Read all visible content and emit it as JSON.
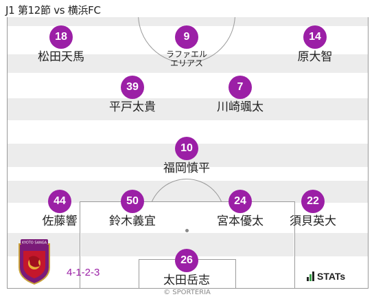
{
  "header": {
    "title": "J1 第12節 vs 横浜FC"
  },
  "team": {
    "formation": "4-1-2-3",
    "accent_color": "#9b1fa6",
    "badge": {
      "icon": "kyoto-sanga-crest-icon",
      "text": "KYOTO SANGA"
    }
  },
  "players": [
    {
      "number": "18",
      "name": "松田天馬"
    },
    {
      "number": "9",
      "name_line1": "ラファエル",
      "name_line2": "エリアス"
    },
    {
      "number": "14",
      "name": "原大智"
    },
    {
      "number": "39",
      "name": "平戸太貴"
    },
    {
      "number": "7",
      "name": "川崎颯太"
    },
    {
      "number": "10",
      "name": "福岡慎平"
    },
    {
      "number": "44",
      "name": "佐藤響"
    },
    {
      "number": "50",
      "name": "鈴木義宜"
    },
    {
      "number": "24",
      "name": "宮本優太"
    },
    {
      "number": "22",
      "name": "須貝英大"
    },
    {
      "number": "26",
      "name": "太田岳志"
    }
  ],
  "footer": {
    "stats_logo": "STATs",
    "copyright": "© SPORTERIA"
  }
}
